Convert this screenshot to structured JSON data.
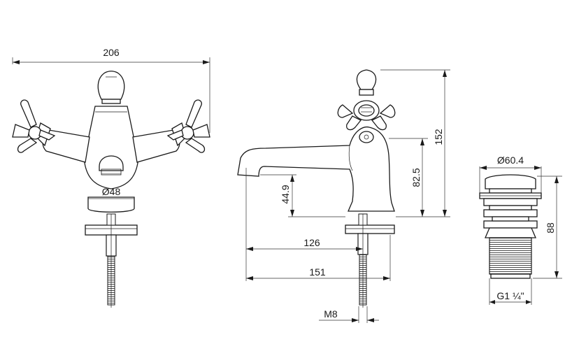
{
  "drawing": {
    "views": [
      {
        "id": "front",
        "dimensions": {
          "overall_width": "206",
          "body_diameter": "Ø48"
        }
      },
      {
        "id": "side",
        "dimensions": {
          "overall_height": "152",
          "spout_height": "82.5",
          "outlet_height": "44.9",
          "spout_reach": "126",
          "overall_depth": "151",
          "thread": "M8"
        }
      },
      {
        "id": "waste",
        "dimensions": {
          "flange_diameter": "Ø60.4",
          "height": "88",
          "thread": "G1 ¼\""
        }
      }
    ],
    "colors": {
      "line": "#1a1a1a",
      "background": "#ffffff"
    }
  }
}
